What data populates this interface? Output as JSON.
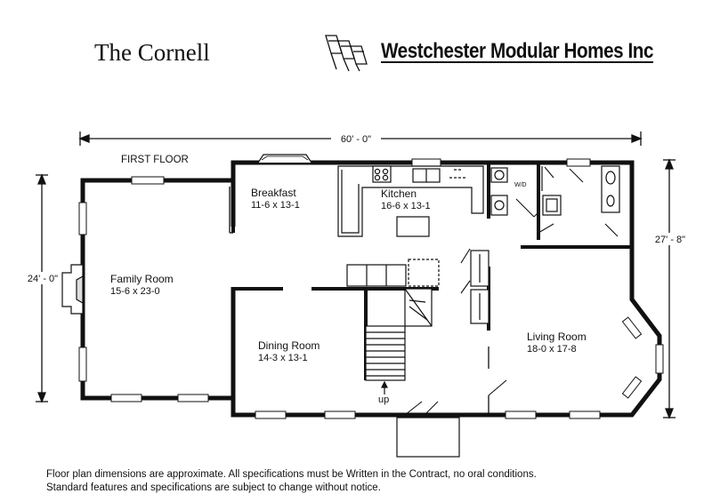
{
  "title": "The Cornell",
  "brand": {
    "name": "Westchester Modular Homes Inc",
    "logo_icon": "stacked-panels-logo"
  },
  "floor_label": "FIRST FLOOR",
  "dimensions": {
    "width": "60' - 0\"",
    "depth_left": "24' - 0\"",
    "depth_right": "27' - 8\""
  },
  "rooms": [
    {
      "id": "breakfast",
      "name": "Breakfast",
      "size": "11-6 x 13-1"
    },
    {
      "id": "kitchen",
      "name": "Kitchen",
      "size": "16-6 x 13-1"
    },
    {
      "id": "family-room",
      "name": "Family Room",
      "size": "15-6 x 23-0"
    },
    {
      "id": "dining-room",
      "name": "Dining Room",
      "size": "14-3 x 13-1"
    },
    {
      "id": "living-room",
      "name": "Living Room",
      "size": "18-0 x 17-8"
    }
  ],
  "stair_label": "up",
  "washer_dryer_label": "W/D",
  "footer": {
    "line1": "Floor plan dimensions are approximate. All specifications must be Written in the Contract, no oral conditions.",
    "line2": "Standard features and specifications are subject to change without notice."
  }
}
